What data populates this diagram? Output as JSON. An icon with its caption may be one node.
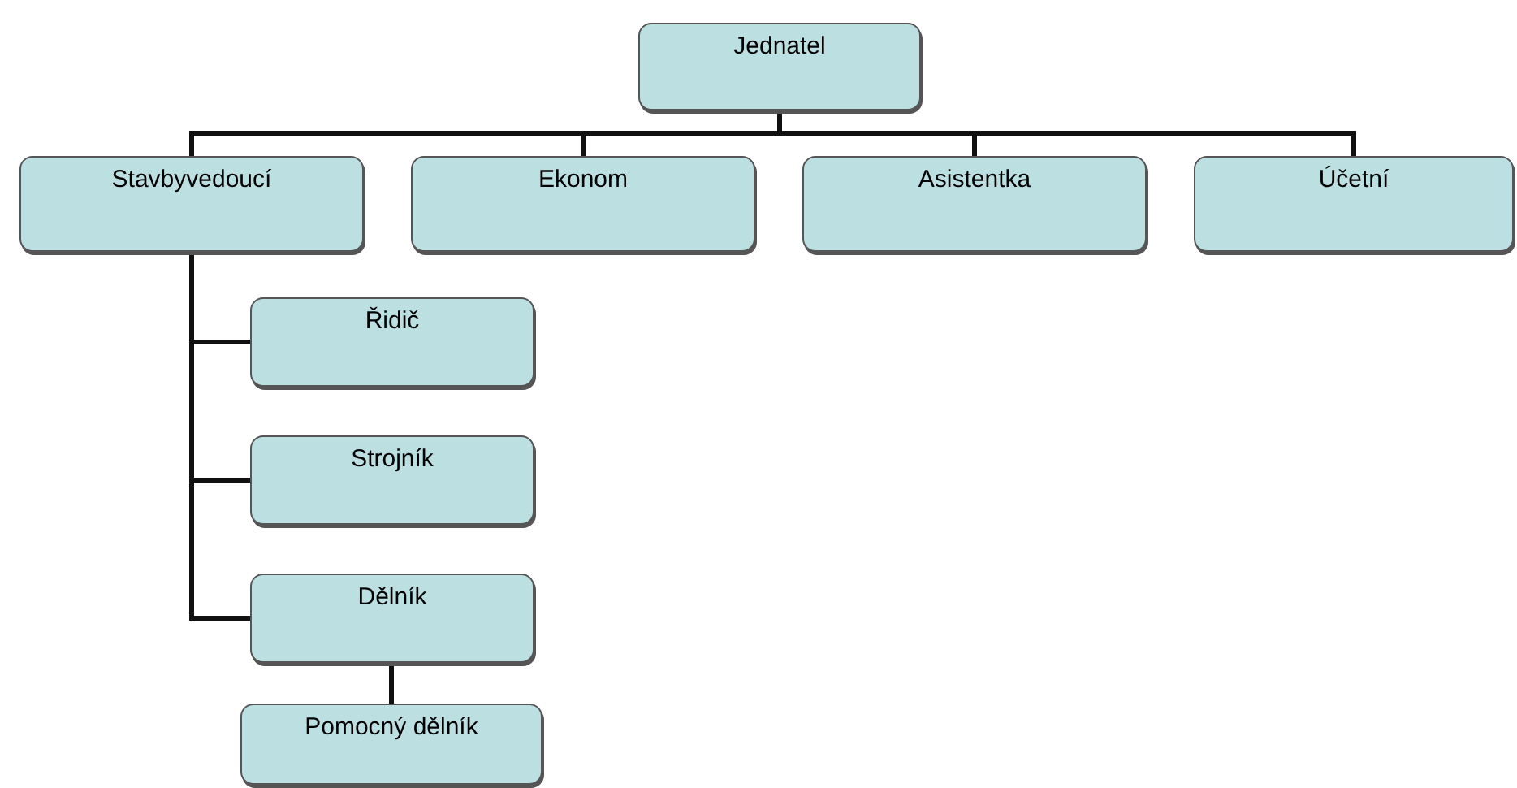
{
  "diagram": {
    "nodes": [
      {
        "text": [
          "Jednatel"
        ]
      },
      {
        "text": [
          "Stavbyvedoucí"
        ]
      },
      {
        "text": [
          "Ekonom"
        ]
      },
      {
        "text": [
          "Asistentka"
        ]
      },
      {
        "text": [
          "Účetní"
        ]
      },
      {
        "text": [
          "Řidič"
        ]
      },
      {
        "text": [
          "Strojník"
        ]
      },
      {
        "text": [
          "Dělník"
        ]
      },
      {
        "text": [
          "Pomocný dělník"
        ]
      }
    ],
    "edges": [
      {
        "from": 0,
        "to": 1,
        "arrow": "none"
      },
      {
        "from": 0,
        "to": 2,
        "arrow": "none"
      },
      {
        "from": 0,
        "to": 3,
        "arrow": "none"
      },
      {
        "from": 0,
        "to": 4,
        "arrow": "none"
      },
      {
        "from": 1,
        "to": 5,
        "arrow": "none"
      },
      {
        "from": 1,
        "to": 6,
        "arrow": "none"
      },
      {
        "from": 1,
        "to": 7,
        "arrow": "none"
      },
      {
        "from": 7,
        "to": 8,
        "arrow": "none"
      }
    ]
  }
}
